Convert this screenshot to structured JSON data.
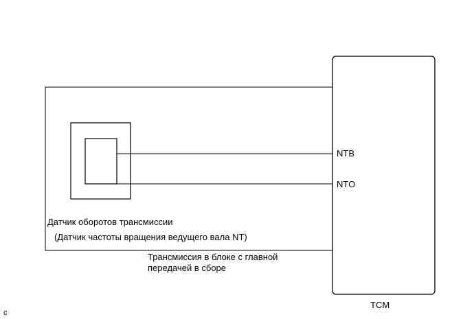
{
  "tcm": {
    "name": "TCM",
    "pins": [
      "NTB",
      "NTO"
    ]
  },
  "sensor": {
    "name": "Датчик оборотов трансмиссии",
    "alt_name": "(Датчик частоты вращения ведущего вала NT)"
  },
  "assembly": {
    "line1": "Трансмиссия в блоке с главной",
    "line2": "передачей в сборе"
  },
  "corner_code": "c"
}
